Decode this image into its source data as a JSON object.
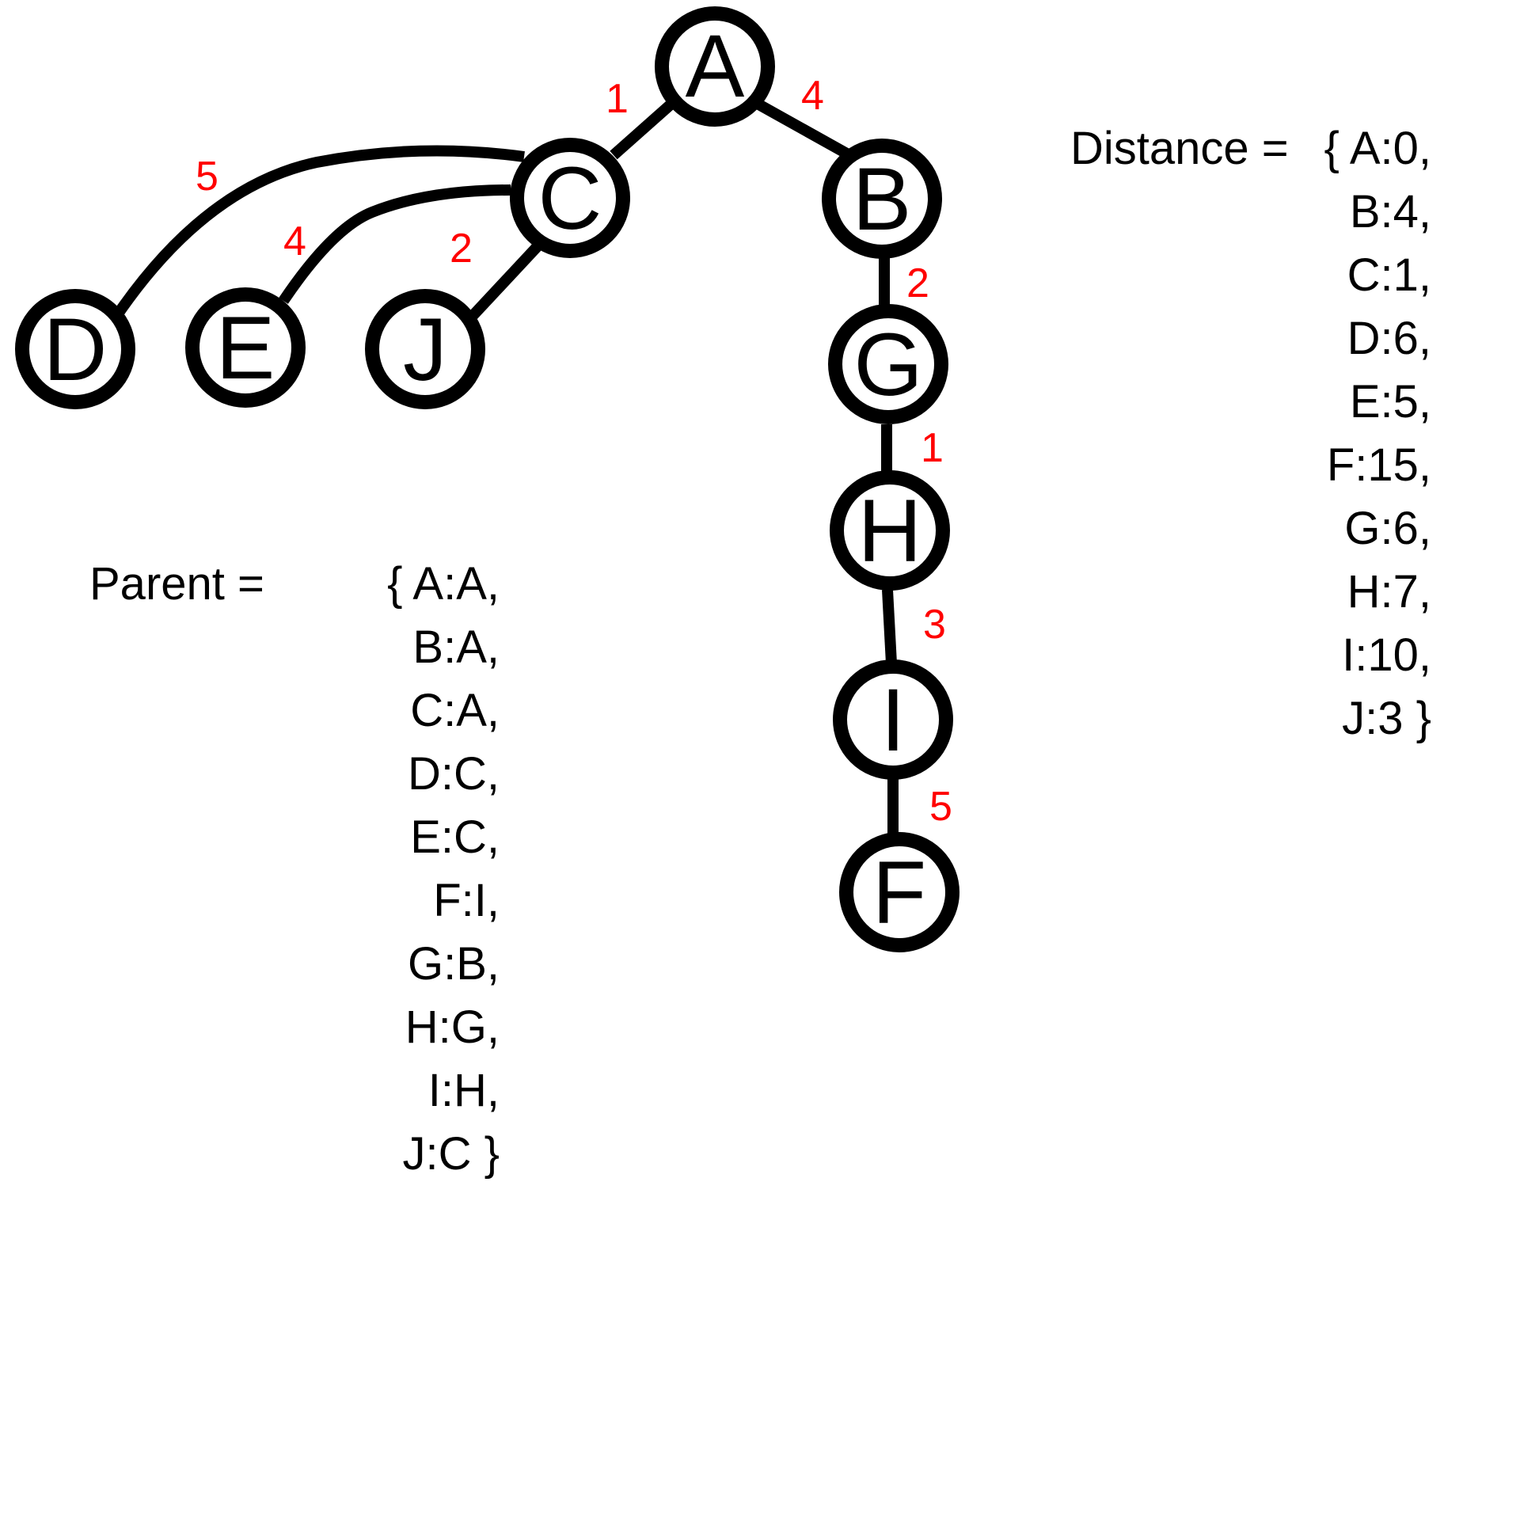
{
  "nodes": [
    {
      "id": "A",
      "label": "A"
    },
    {
      "id": "B",
      "label": "B"
    },
    {
      "id": "C",
      "label": "C"
    },
    {
      "id": "D",
      "label": "D"
    },
    {
      "id": "E",
      "label": "E"
    },
    {
      "id": "J",
      "label": "J"
    },
    {
      "id": "G",
      "label": "G"
    },
    {
      "id": "H",
      "label": "H"
    },
    {
      "id": "I",
      "label": "I"
    },
    {
      "id": "F",
      "label": "F"
    }
  ],
  "edges": [
    {
      "from": "A",
      "to": "C",
      "weight": "1"
    },
    {
      "from": "A",
      "to": "B",
      "weight": "4"
    },
    {
      "from": "C",
      "to": "D",
      "weight": "5"
    },
    {
      "from": "C",
      "to": "E",
      "weight": "4"
    },
    {
      "from": "C",
      "to": "J",
      "weight": "2"
    },
    {
      "from": "B",
      "to": "G",
      "weight": "2"
    },
    {
      "from": "G",
      "to": "H",
      "weight": "1"
    },
    {
      "from": "H",
      "to": "I",
      "weight": "3"
    },
    {
      "from": "I",
      "to": "F",
      "weight": "5"
    }
  ],
  "colors": {
    "weight": "#ff0000",
    "node_stroke": "#000000"
  },
  "parent": {
    "title": "Parent =",
    "entries": [
      "{ A:A,",
      "B:A,",
      "C:A,",
      "D:C,",
      "E:C,",
      "F:I,",
      "G:B,",
      "H:G,",
      "I:H,",
      "J:C }"
    ]
  },
  "distance": {
    "title": "Distance =",
    "entries": [
      "{ A:0,",
      "B:4,",
      "C:1,",
      "D:6,",
      "E:5,",
      "F:15,",
      "G:6,",
      "H:7,",
      "I:10,",
      "J:3 }"
    ]
  }
}
